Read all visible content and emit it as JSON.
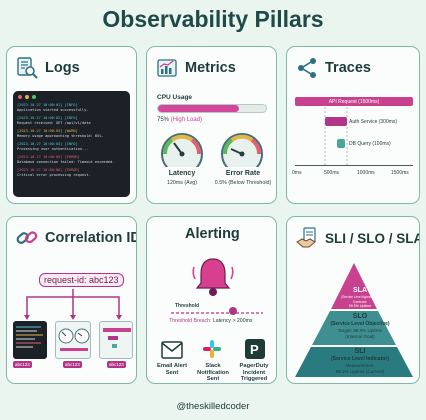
{
  "title": "Observability Pillars",
  "footer": "@theskilledcoder",
  "logs": {
    "title": "Logs",
    "entries": [
      {
        "ts": "[2023-10-27 10:00:01]",
        "level": "[INFO]",
        "level_color": "#57c7d4",
        "msg": "Application started successfully."
      },
      {
        "ts": "[2023-10-27 10:00:02]",
        "level": "[INFO]",
        "level_color": "#57c7d4",
        "msg": "Request received: GET /api/v1/data"
      },
      {
        "ts": "[2023-10-27 10:00:03]",
        "level": "[WARN]",
        "level_color": "#e2b54a",
        "msg": "Memory usage approaching threshold: 85%."
      },
      {
        "ts": "[2023-10-27 10:00:04]",
        "level": "[INFO]",
        "level_color": "#57c7d4",
        "msg": "Processing user authentication..."
      },
      {
        "ts": "[2023-10-27 10:00:05]",
        "level": "[ERROR]",
        "level_color": "#e35f6f",
        "msg": "Database connection failed: Timeout exceeded."
      },
      {
        "ts": "[2023-10-27 10:00:06]",
        "level": "[ERROR]",
        "level_color": "#e35f6f",
        "msg": "Critical error processing request."
      }
    ]
  },
  "metrics": {
    "title": "Metrics",
    "cpu_label": "CPU Usage",
    "cpu_percent": 75,
    "cpu_value": "75%",
    "cpu_note": "(High Load)",
    "latency_label": "Latency",
    "latency_sub": "120ms (Avg)",
    "error_label": "Error Rate",
    "error_sub": "0.5% (Below Threshold)"
  },
  "traces": {
    "title": "Traces",
    "api_label": "API Request (1500ms)",
    "auth_label": "Auth Service (300ms)",
    "db_label": "DB Query (100ms)",
    "ticks": [
      "0ms",
      "500ms",
      "1000ms",
      "1500ms"
    ]
  },
  "correlation": {
    "title": "Correlation ID",
    "id_label": "request-id: abc123",
    "tag": "abc123"
  },
  "alerting": {
    "title": "Alerting",
    "threshold_label": "Threshold",
    "breach_prefix": "Threshold Breach:",
    "breach_value": "Latency > 200ms",
    "email_label": "Email Alert Sent",
    "slack_label": "Slack Notification Sent",
    "pagerduty_label": "PagerDuty Incident Triggered"
  },
  "sli": {
    "title": "SLI / SLO / SLA",
    "sla_title": "SLA",
    "sla_sub": "(Service Level Agreement)",
    "sla_detail1": "Contract:",
    "sla_detail2": "99.5% Uptime",
    "sla_detail3": "(Customer Guarantee with refund clause)",
    "slo_title": "SLO",
    "slo_sub": "(Service Level Objective)",
    "slo_detail1": "Target: 99.9% Uptime",
    "slo_detail2": "(Internal Goal)",
    "sli_title": "SLI",
    "sli_sub": "(Service Level Indicator)",
    "sli_detail1": "Measurement:",
    "sli_detail2": "99.2% Uptime (Current)"
  }
}
